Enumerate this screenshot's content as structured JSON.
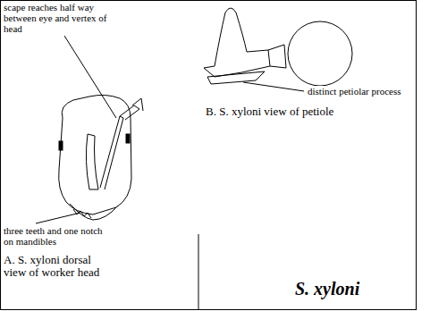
{
  "diagram": {
    "title": "S. xyloni",
    "labels": [
      "scape reaches half way between eye and vertex of head",
      "three teeth and one notch on mandibles",
      "A. S. xyloni dorsal view of worker head",
      "distinct petiolar process",
      "B. S. xyloni view of petiole"
    ]
  }
}
